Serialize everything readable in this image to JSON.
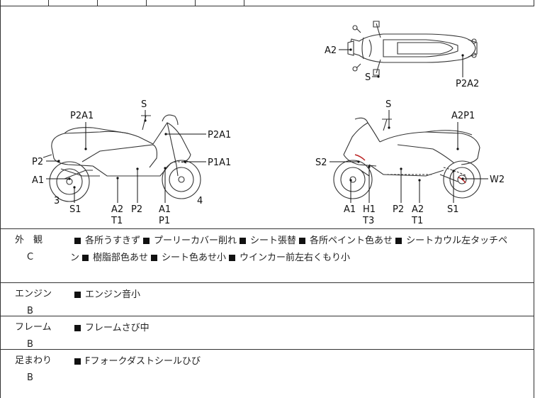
{
  "diagram": {
    "top_bike": {
      "labels": [
        "A2",
        "S",
        "P2A2"
      ]
    },
    "left_bike": {
      "labels": [
        "S",
        "P2A1",
        "P2A1",
        "P1A1",
        "P2",
        "A1",
        "3",
        "S1",
        "A2",
        "T1",
        "P2",
        "A1",
        "P1",
        "4"
      ]
    },
    "right_bike": {
      "labels": [
        "S",
        "A2P1",
        "S2",
        "W2",
        "A1",
        "H1",
        "T3",
        "P2",
        "A2",
        "T1",
        "S1"
      ]
    }
  },
  "rows": [
    {
      "name": "外　観",
      "grade": "C",
      "lines": [
        [
          "各所うすきず",
          "プーリーカバー削れ",
          "シート張替",
          "各所ペイント色あせ",
          "シートカウル左タッチペ"
        ],
        [
          "ン",
          "樹脂部色あせ",
          "シート色あせ小",
          "ウインカー前左右くもり小"
        ]
      ]
    },
    {
      "name": "エンジン",
      "grade": "B",
      "lines": [
        [
          "エンジン音小"
        ]
      ]
    },
    {
      "name": "フレーム",
      "grade": "B",
      "lines": [
        [
          "フレームさび中"
        ]
      ]
    },
    {
      "name": "足まわり",
      "grade": "B",
      "lines": [
        [
          "Fフォークダストシールひび"
        ]
      ]
    }
  ]
}
